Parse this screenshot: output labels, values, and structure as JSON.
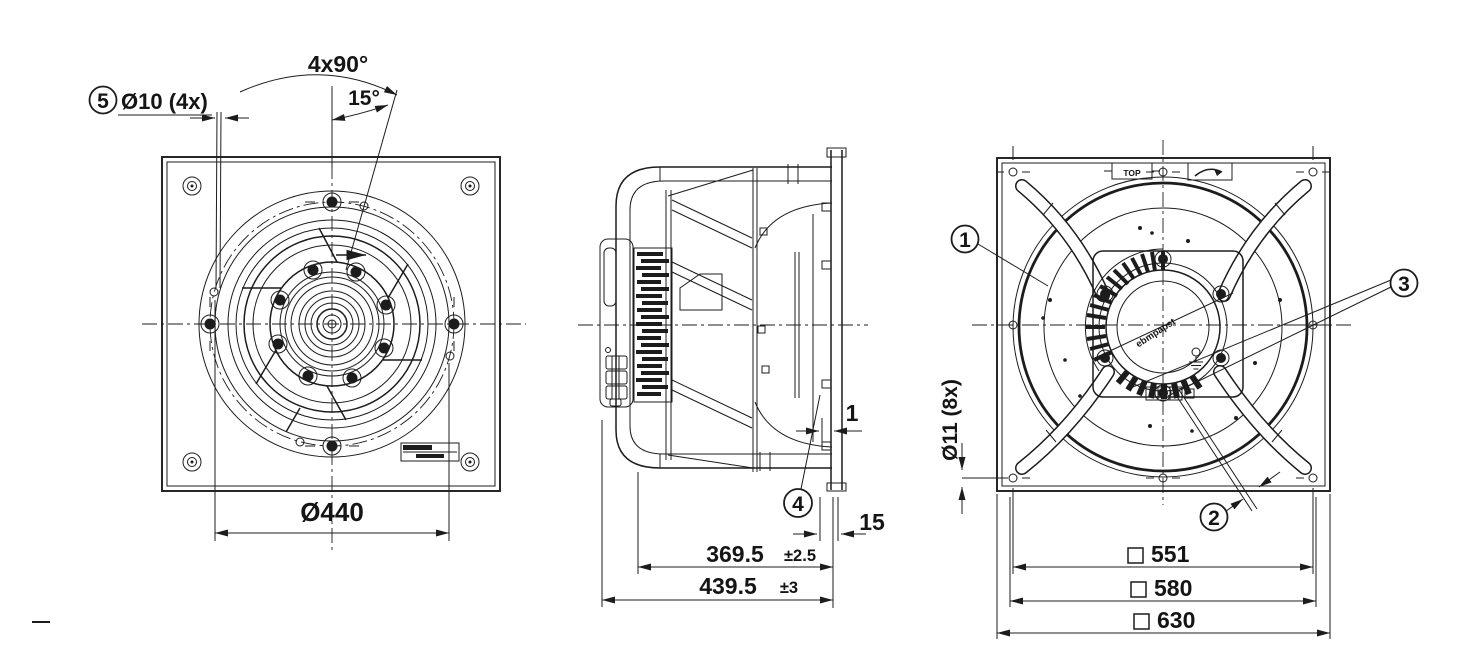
{
  "drawing": {
    "front_view": {
      "callout": "5",
      "hole_dim": "Ø10 (4x)",
      "pattern_angle": "4x90°",
      "offset_angle": "15°",
      "bolt_circle_dia": "Ø440"
    },
    "side_view": {
      "callout": "4",
      "gap_dim": "1",
      "flange_depth": "15",
      "housing_depth": "369.5",
      "housing_depth_tol": "±2.5",
      "total_depth": "439.5",
      "total_depth_tol": "±3"
    },
    "rear_view": {
      "callout_guard": "1",
      "callout_cable": "2",
      "callout_motor": "3",
      "hole_dim": "Ø11 (8x)",
      "top_marker": "TOP",
      "brand": "ebmpapst",
      "square_small": "551",
      "square_mid": "580",
      "square_large": "630"
    }
  }
}
